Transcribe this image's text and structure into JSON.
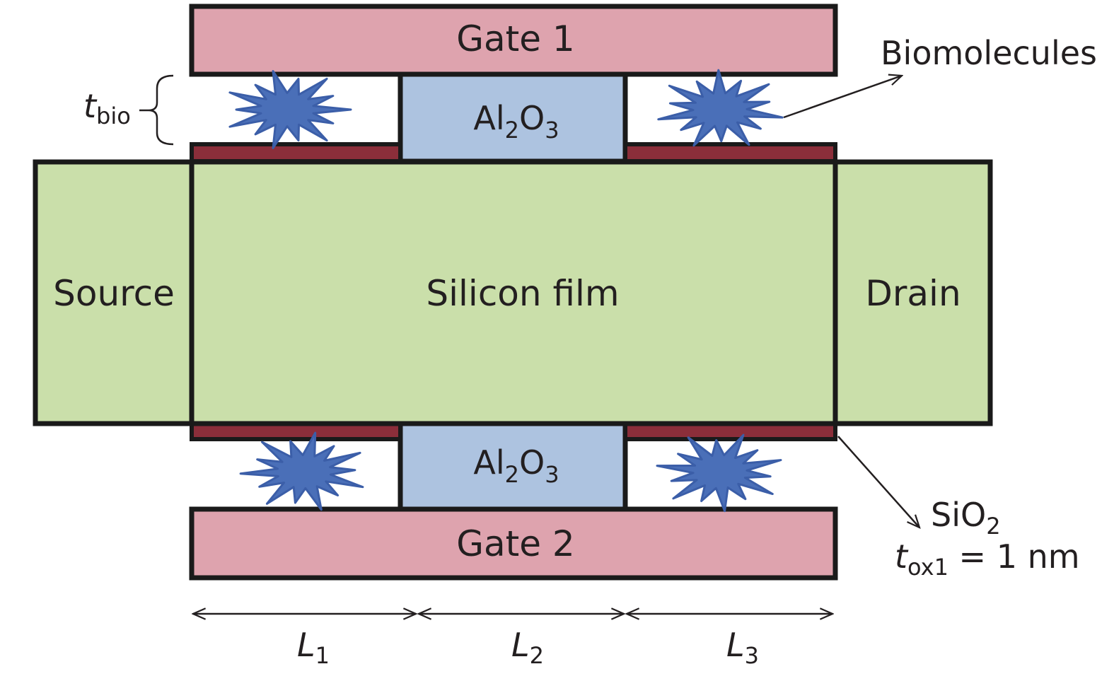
{
  "labels": {
    "gate_top": "Gate 1",
    "gate_bottom": "Gate 2",
    "source": "Source",
    "drain": "Drain",
    "channel": "Silicon film",
    "dielectric_main": "Al",
    "dielectric_sub1": "2",
    "dielectric_mid": "O",
    "dielectric_sub2": "3",
    "biomolecules": "Biomolecules",
    "tbio_main": "t",
    "tbio_sub": "bio",
    "sio2_main": "SiO",
    "sio2_sub": "2",
    "tox_main": "t",
    "tox_sub": "ox1",
    "tox_value": " = 1 nm",
    "L1_main": "L",
    "L1_sub": "1",
    "L2_main": "L",
    "L2_sub": "2",
    "L3_main": "L",
    "L3_sub": "3"
  },
  "colors": {
    "gate": "#dea3ae",
    "silicon": "#cadfaa",
    "alumina": "#adc3e0",
    "oxide": "#8b2e3a",
    "biomolecule": "#4a6fb8",
    "biomolecule_edge": "#3b5ea8",
    "outline": "#1a1a1a"
  },
  "icons": {
    "biomolecule": "star-burst-icon"
  }
}
